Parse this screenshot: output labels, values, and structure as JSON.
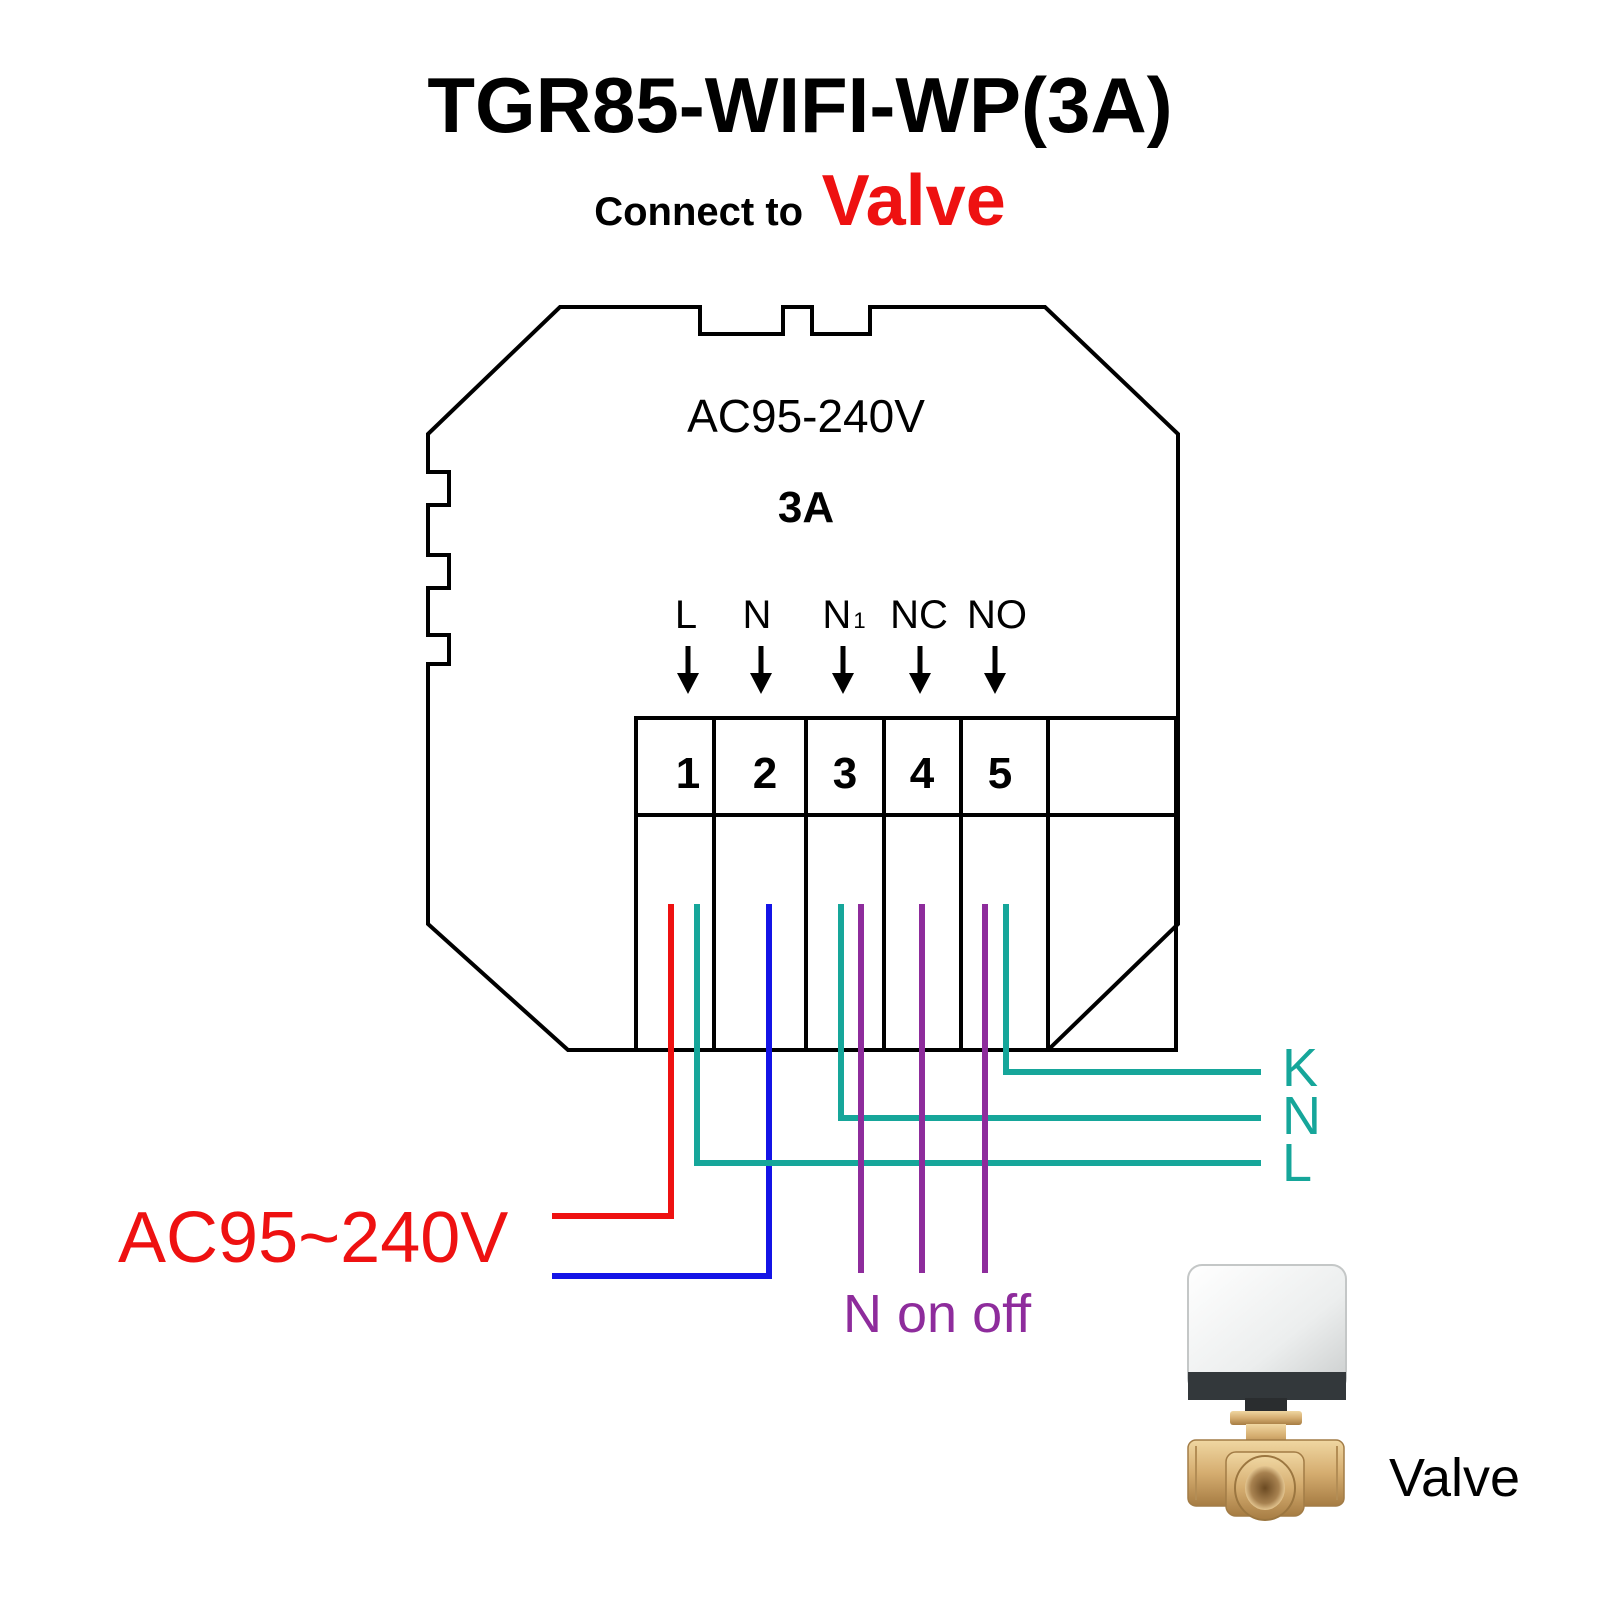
{
  "title": "TGR85-WIFI-WP(3A)",
  "subtitle": {
    "prefix": "Connect to",
    "highlight": "Valve"
  },
  "device": {
    "voltage_spec": "AC95-240V",
    "current_rating": "3A"
  },
  "terminals": [
    {
      "label": "L",
      "subscript": "",
      "number": "1"
    },
    {
      "label": "N",
      "subscript": "",
      "number": "2"
    },
    {
      "label": "N",
      "subscript": "1",
      "number": "3"
    },
    {
      "label": "NC",
      "subscript": "",
      "number": "4"
    },
    {
      "label": "NO",
      "subscript": "",
      "number": "5"
    }
  ],
  "supply_label": "AC95~240V",
  "valve_inputs": [
    "K",
    "N",
    "L"
  ],
  "motor_wires_label": "N on off",
  "valve_caption": "Valve",
  "colors": {
    "live": "#ee1111",
    "neutral": "#1414e6",
    "valve_power": "#16a69a",
    "valve_control": "#8e2c9c",
    "highlight": "#ee1111",
    "outline": "#000000"
  }
}
